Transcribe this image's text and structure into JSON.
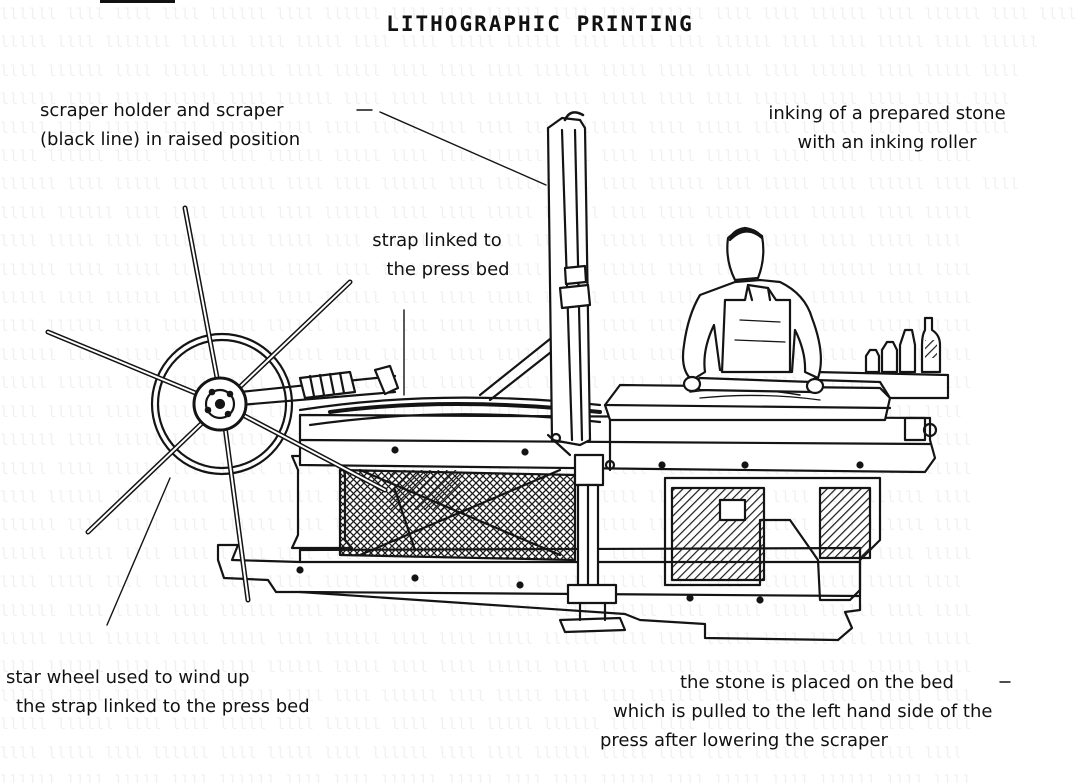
{
  "figure": {
    "title": "LITHOGRAPHIC PRINTING",
    "labels": {
      "scraper": [
        "scraper holder and scraper",
        "(black line) in raised position"
      ],
      "inking": [
        "inking of a prepared stone",
        "with an inking roller"
      ],
      "strap": [
        "strap linked to",
        "the press bed"
      ],
      "star_wheel": [
        "star wheel used to wind up",
        "the strap linked to the press bed"
      ],
      "stone": [
        "the stone is placed on the bed",
        "which is pulled to the left hand side of the",
        "press after lowering the scraper"
      ]
    },
    "colors": {
      "ink": "#141414",
      "paper": "#ffffff",
      "shade": "#555555"
    }
  }
}
